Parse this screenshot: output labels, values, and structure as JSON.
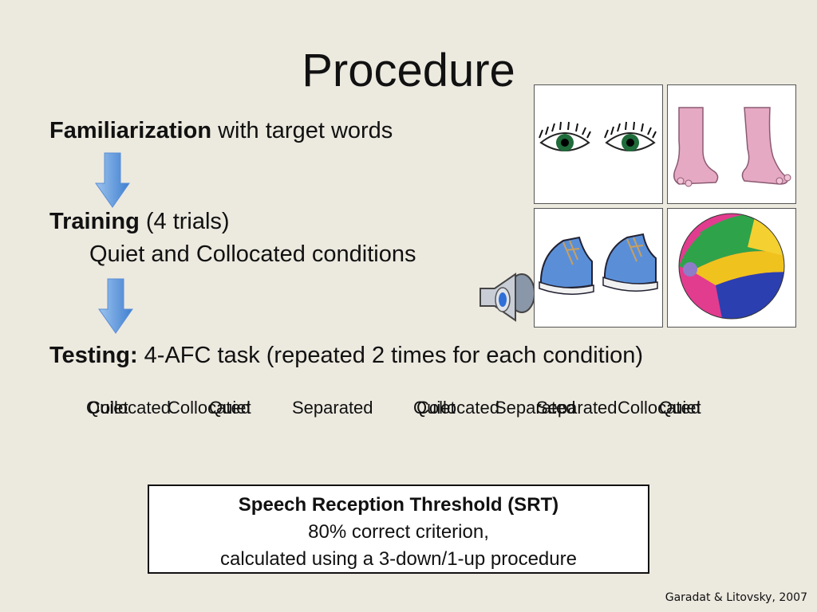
{
  "title": "Procedure",
  "familiarization": {
    "bold": "Familiarization",
    "rest": " with target words"
  },
  "training": {
    "bold": "Training",
    "rest": " (4 trials)",
    "sub": "Quiet and Collocated conditions"
  },
  "testing": {
    "bold": "Testing:",
    "rest": " 4-AFC task (repeated 2 times for each condition)"
  },
  "conditions": [
    "Quiet",
    "Collocated",
    "Collocated",
    "Quiet",
    "Separated",
    "Quiet",
    "Collocated",
    "Separated",
    "Separated",
    "Collocated",
    "Quiet"
  ],
  "srt_box": {
    "heading": "Speech Reception Threshold (SRT)",
    "line1": "80% correct criterion,",
    "line2": "calculated using a 3-down/1-up procedure"
  },
  "citation": "Garadat & Litovsky, 2007",
  "icons": [
    "down-arrow-icon",
    "speaker-icon",
    "eyes-icon",
    "feet-icon",
    "shoes-icon",
    "beach-ball-icon"
  ]
}
